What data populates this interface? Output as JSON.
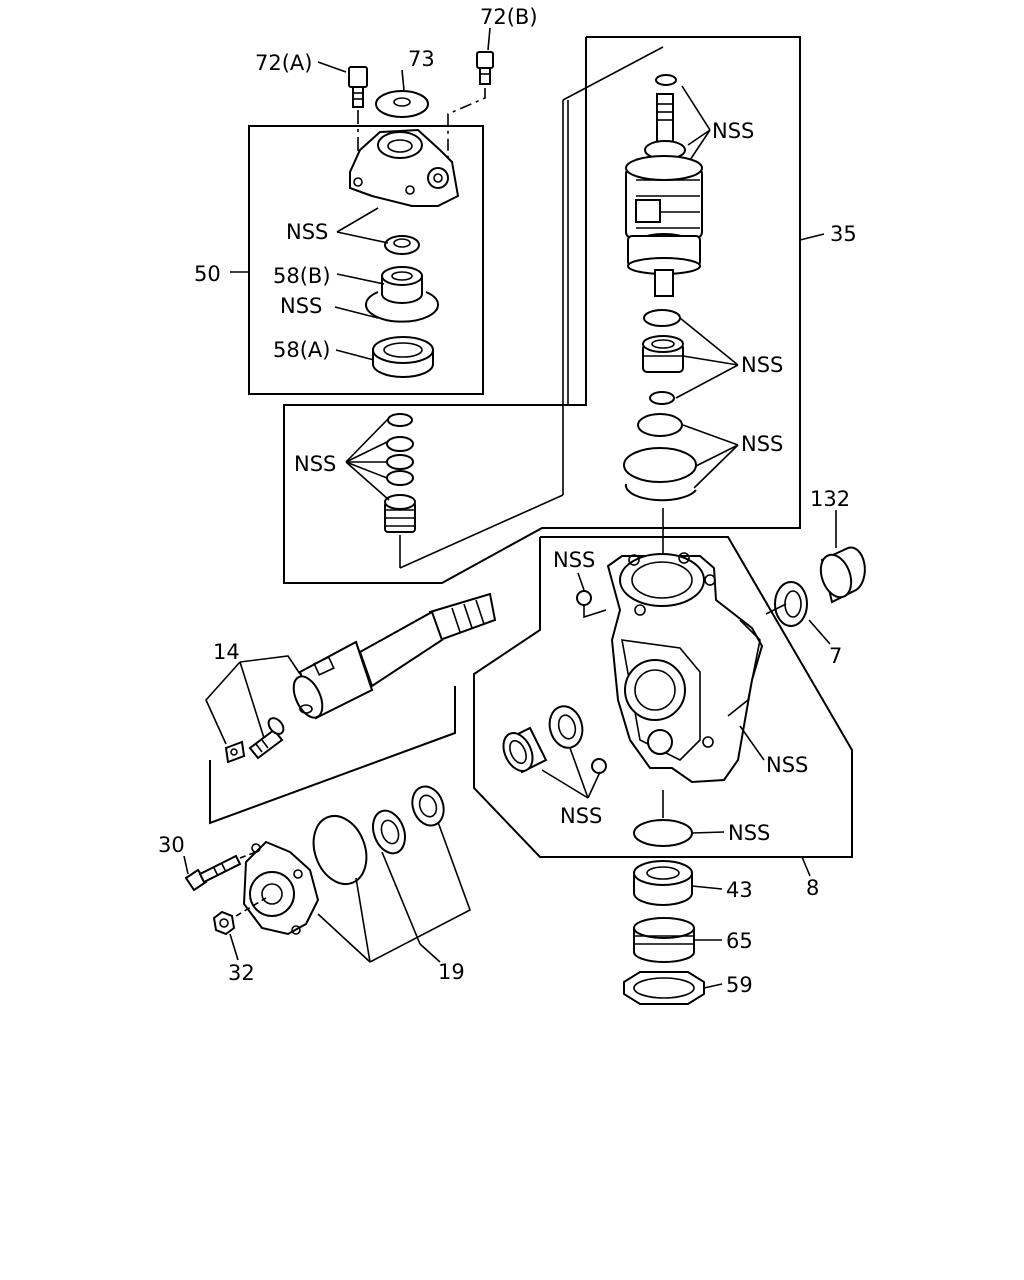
{
  "labels": {
    "p72a": "72(A)",
    "p72b": "72(B)",
    "p73": "73",
    "p50": "50",
    "p58b": "58(B)",
    "p58a": "58(A)",
    "p35": "35",
    "p132": "132",
    "p7": "7",
    "p8": "8",
    "p14": "14",
    "p30": "30",
    "p32": "32",
    "p19": "19",
    "p43": "43",
    "p65": "65",
    "p59": "59",
    "nss": "NSS"
  }
}
